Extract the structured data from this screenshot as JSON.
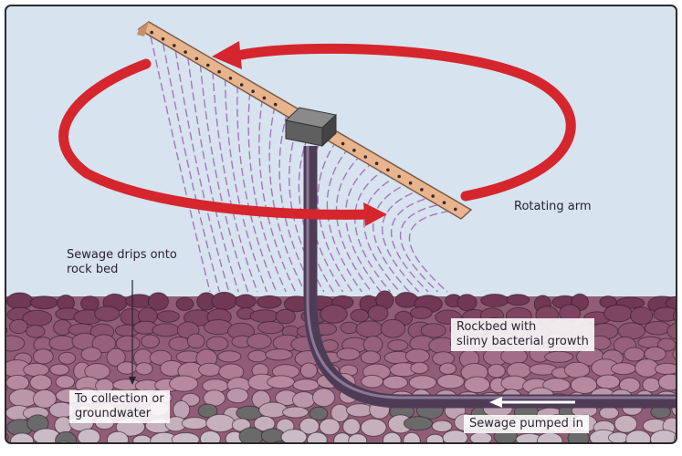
{
  "diagram": {
    "labels": {
      "rotating_arm": "Rotating arm",
      "sewage_drips": [
        "Sewage drips onto",
        "rock bed"
      ],
      "rockbed": [
        "Rockbed with",
        "slimy bacterial growth"
      ],
      "collection": [
        "To collection or",
        "groundwater"
      ],
      "pumped_in": "Sewage pumped in"
    },
    "colors": {
      "sky": "#d7e3ee",
      "rotation_arrow": "#d5262d",
      "arm": "#e8b48c",
      "drips": "#9a5ab0",
      "pipe": "#5e4a66",
      "rocks_top": "#6e3552",
      "rocks_mid": "#b48299",
      "rocks_bottom": "#cfcbd0",
      "border": "#2b2b2b"
    }
  }
}
